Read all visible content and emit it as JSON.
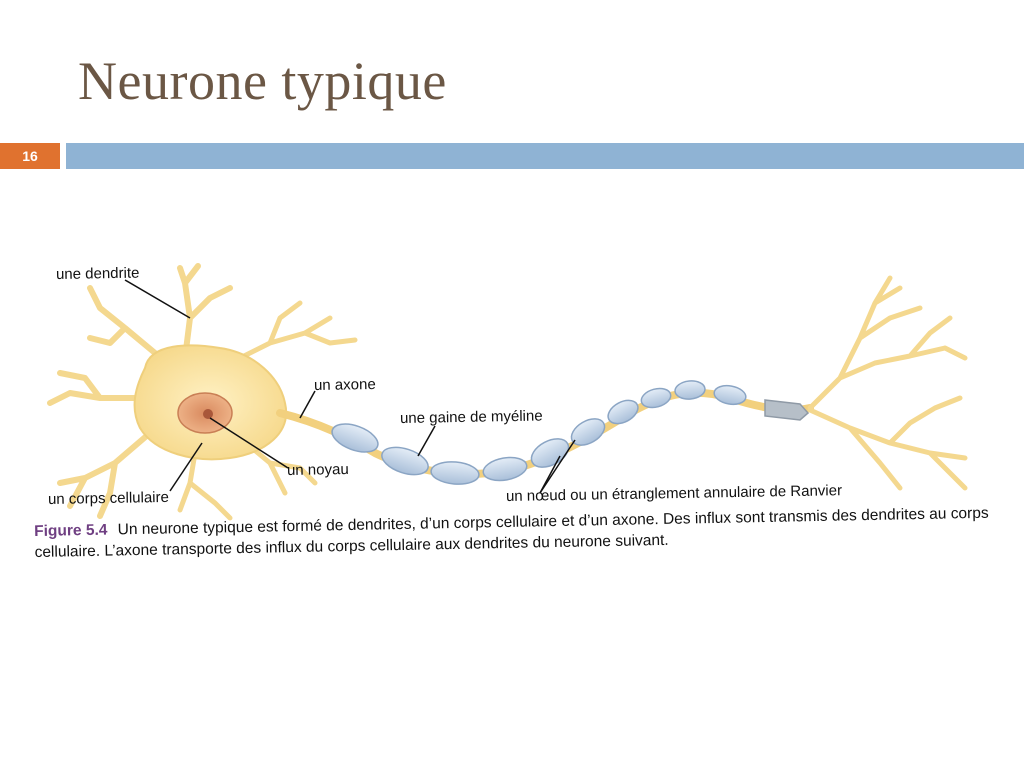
{
  "slide": {
    "title": "Neurone typique",
    "number": "16"
  },
  "figure": {
    "labels": {
      "dendrite": "une dendrite",
      "axon": "un axone",
      "myelin": "une gaine de myéline",
      "nucleus": "un noyau",
      "cell_body": "un corps cellulaire",
      "node": "un nœud ou un étranglement annulaire de Ranvier"
    },
    "caption": {
      "figure_label": "Figure 5.4",
      "text": "Un neurone typique est formé de dendrites, d’un corps cellulaire et d’un axone. Des influx sont transmis des dendrites au corps cellulaire. L’axone transporte des influx du corps cellulaire aux dendrites du neurone suivant."
    }
  },
  "colors": {
    "title": "#6b5745",
    "slide_number_bg": "#e0722f",
    "title_bar": "#8fb3d4",
    "cell_fill": "#fbe7a8",
    "myelin_fill": "#c9d8ea",
    "figure_label": "#6f3f82"
  }
}
